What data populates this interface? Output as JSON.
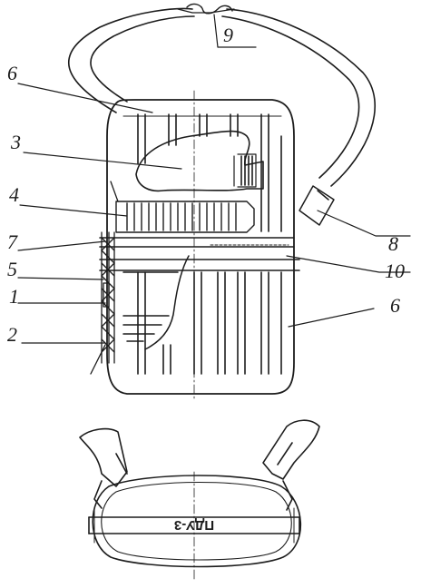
{
  "diagram": {
    "labels": [
      {
        "id": "label-9",
        "text": "9"
      },
      {
        "id": "label-6-top",
        "text": "6"
      },
      {
        "id": "label-3",
        "text": "3"
      },
      {
        "id": "label-4",
        "text": "4"
      },
      {
        "id": "label-7",
        "text": "7"
      },
      {
        "id": "label-5",
        "text": "5"
      },
      {
        "id": "label-1",
        "text": "1"
      },
      {
        "id": "label-2",
        "text": "2"
      },
      {
        "id": "label-8",
        "text": "8"
      },
      {
        "id": "label-10",
        "text": "10"
      },
      {
        "id": "label-6-right",
        "text": "6"
      }
    ],
    "bottom_view": {
      "plate_text": "ПДУ-3"
    }
  }
}
